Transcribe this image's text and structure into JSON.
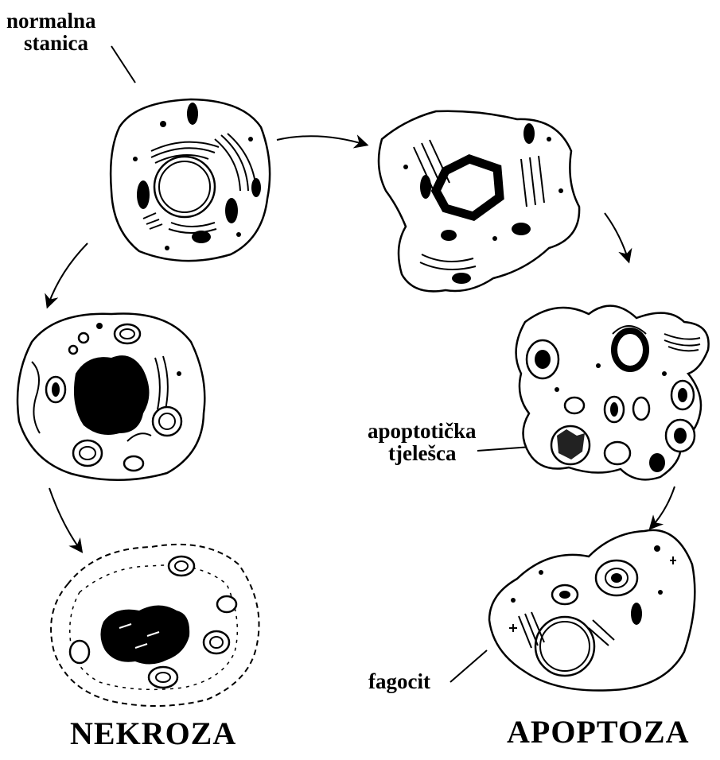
{
  "labels": {
    "normal_cell_line1": "normalna",
    "normal_cell_line2": "stanica",
    "apoptotic_bodies_line1": "apoptotička",
    "apoptotic_bodies_line2": "tjelešca",
    "phagocyte": "fagocit",
    "necrosis": "NEKROZA",
    "apoptosis": "APOPTOZA"
  }
}
